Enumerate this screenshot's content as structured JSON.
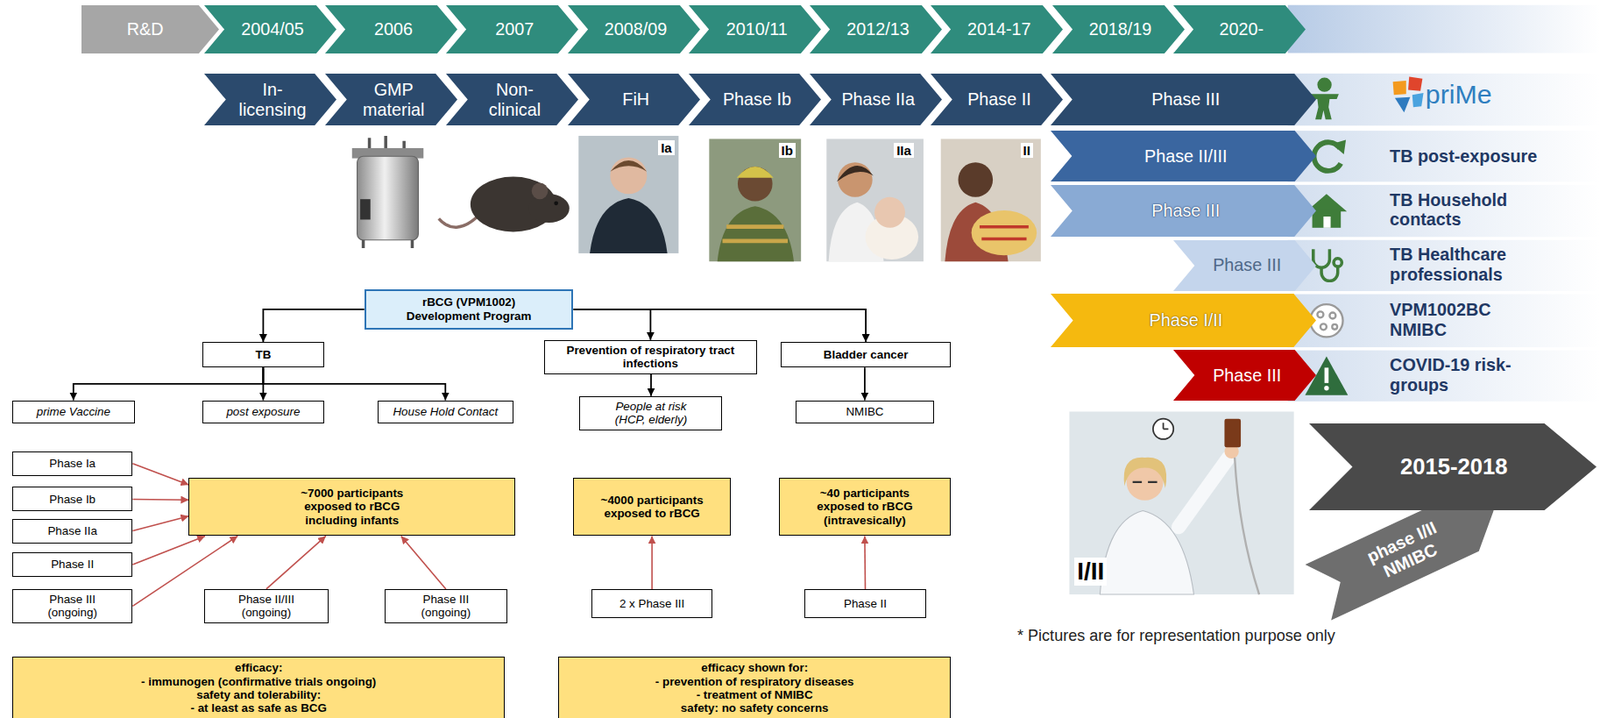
{
  "diagram": {
    "nodes": [
      {
        "text": [
          "R&D"
        ]
      },
      {
        "text": [
          "2004/05"
        ]
      },
      {
        "text": [
          "2006"
        ]
      },
      {
        "text": [
          "2007"
        ]
      },
      {
        "text": [
          "2008/09"
        ]
      },
      {
        "text": [
          "2010/11"
        ]
      },
      {
        "text": [
          "2012/13"
        ]
      },
      {
        "text": [
          "2014-17"
        ]
      },
      {
        "text": [
          "2018/19"
        ]
      },
      {
        "text": [
          "2020-"
        ]
      },
      {
        "text": [
          "In- licensing"
        ]
      },
      {
        "text": [
          "GMP material"
        ]
      },
      {
        "text": [
          "Non- clinical"
        ]
      },
      {
        "text": [
          "FiH"
        ]
      },
      {
        "text": [
          "Phase Ib"
        ]
      },
      {
        "text": [
          "Phase IIa"
        ]
      },
      {
        "text": [
          "Phase II"
        ]
      },
      {
        "text": [
          "Phase III"
        ]
      },
      {
        "text": [
          "Phase II/III"
        ]
      },
      {
        "text": [
          "Phase III"
        ]
      },
      {
        "text": [
          "Phase III"
        ]
      },
      {
        "text": [
          "Phase I/II"
        ]
      },
      {
        "text": [
          "Phase III"
        ]
      },
      {
        "text": [
          "rBCG (VPM1002) Development Program"
        ]
      },
      {
        "text": [
          "TB"
        ]
      },
      {
        "text": [
          "Prevention of respiratory tract infections"
        ]
      },
      {
        "text": [
          "Bladder cancer"
        ]
      },
      {
        "text": [
          "prime Vaccine"
        ]
      },
      {
        "text": [
          "post exposure"
        ]
      },
      {
        "text": [
          "House Hold Contact"
        ]
      },
      {
        "text": [
          "People at risk (HCP, elderly)"
        ]
      },
      {
        "text": [
          "NMIBC"
        ]
      },
      {
        "text": [
          "Phase Ia"
        ]
      },
      {
        "text": [
          "Phase Ib"
        ]
      },
      {
        "text": [
          "Phase IIa"
        ]
      },
      {
        "text": [
          "Phase II"
        ]
      },
      {
        "text": [
          "Phase III (ongoing)"
        ]
      },
      {
        "text": [
          "~7000 participants exposed to rBCG including infants"
        ]
      },
      {
        "text": [
          "Phase II/III (ongoing)"
        ]
      },
      {
        "text": [
          "Phase III (ongoing)"
        ]
      },
      {
        "text": [
          "~4000 participants exposed to rBCG"
        ]
      },
      {
        "text": [
          "2 x Phase III"
        ]
      },
      {
        "text": [
          "~40 participants exposed to rBCG (intravesically)"
        ]
      },
      {
        "text": [
          "Phase II"
        ]
      },
      {
        "text": [
          "efficacy:",
          "- immunogen (confirmative trials ongoing)",
          "safety and tolerability:",
          "- at least as safe as BCG"
        ]
      },
      {
        "text": [
          "efficacy shown for:",
          "- prevention of respiratory diseases",
          "- treatment of NMIBC",
          "safety: no safety concerns"
        ]
      },
      {
        "text": [
          "2015-2018"
        ]
      },
      {
        "text": [
          "phase I/II NMIBC"
        ]
      }
    ],
    "edges": [
      {
        "from": 23,
        "to": 24,
        "arrow": "to"
      },
      {
        "from": 23,
        "to": 25,
        "arrow": "to"
      },
      {
        "from": 23,
        "to": 26,
        "arrow": "to"
      },
      {
        "from": 24,
        "to": 27,
        "arrow": "to"
      },
      {
        "from": 24,
        "to": 28,
        "arrow": "to"
      },
      {
        "from": 24,
        "to": 29,
        "arrow": "to"
      },
      {
        "from": 25,
        "to": 30,
        "arrow": "to"
      },
      {
        "from": 26,
        "to": 31,
        "arrow": "to"
      },
      {
        "from": 32,
        "to": 37,
        "arrow": "to"
      },
      {
        "from": 33,
        "to": 37,
        "arrow": "to"
      },
      {
        "from": 34,
        "to": 37,
        "arrow": "to"
      },
      {
        "from": 35,
        "to": 37,
        "arrow": "to"
      },
      {
        "from": 36,
        "to": 37,
        "arrow": "to"
      },
      {
        "from": 38,
        "to": 37,
        "arrow": "to"
      },
      {
        "from": 39,
        "to": 37,
        "arrow": "to"
      },
      {
        "from": 41,
        "to": 40,
        "arrow": "to"
      },
      {
        "from": 43,
        "to": 42,
        "arrow": "to"
      }
    ],
    "labels": [
      "priMe",
      "TB post-exposure",
      "Ia",
      "Ib",
      "IIa",
      "II",
      "TB Household contacts",
      "TB Healthcare professionals",
      "VPM1002BC NMIBC",
      "COVID-19 risk-groups",
      "I/II",
      "* Pictures are for representation purpose only"
    ]
  }
}
